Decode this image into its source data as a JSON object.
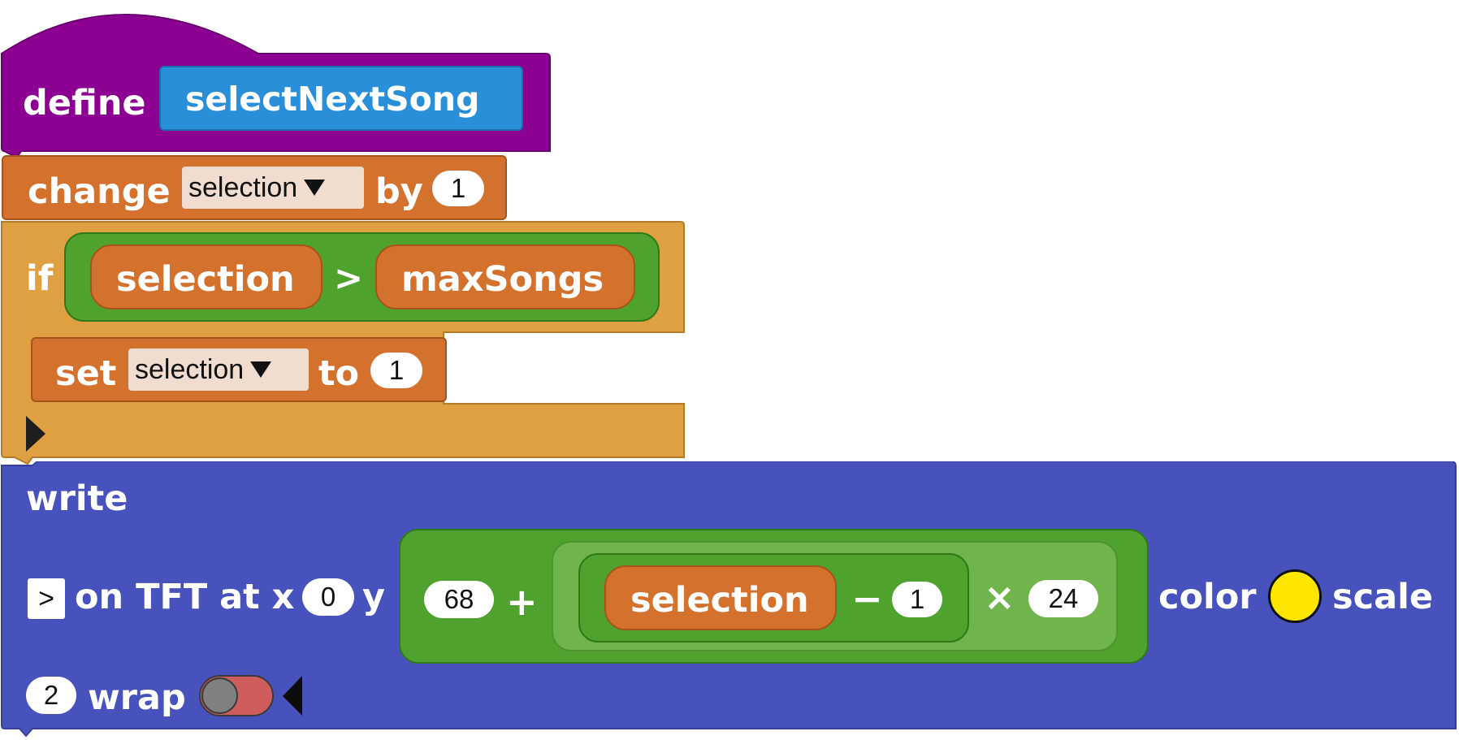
{
  "define_block": {
    "keyword": "define",
    "name": "selectNextSong",
    "color": "#8c0092"
  },
  "change_block": {
    "keyword": "change",
    "variable": "selection",
    "by_label": "by",
    "value": "1",
    "color": "#d4712c"
  },
  "if_block": {
    "keyword": "if",
    "condition": {
      "left": "selection",
      "operator": ">",
      "right": "maxSongs"
    },
    "color": "#dfa041"
  },
  "set_block": {
    "keyword": "set",
    "variable": "selection",
    "to_label": "to",
    "value": "1"
  },
  "write_block": {
    "keyword": "write",
    "text_value": ">",
    "on_label": "on TFT at x",
    "x_value": "0",
    "y_label": "y",
    "y_expression": {
      "base": "68",
      "plus": "+",
      "variable": "selection",
      "minus": "−",
      "subtract": "1",
      "times": "×",
      "multiplier": "24"
    },
    "color_label": "color",
    "color_value": "#ffe600",
    "scale_label": "scale",
    "scale_value": "2",
    "wrap_label": "wrap",
    "block_color": "#4852bd"
  }
}
